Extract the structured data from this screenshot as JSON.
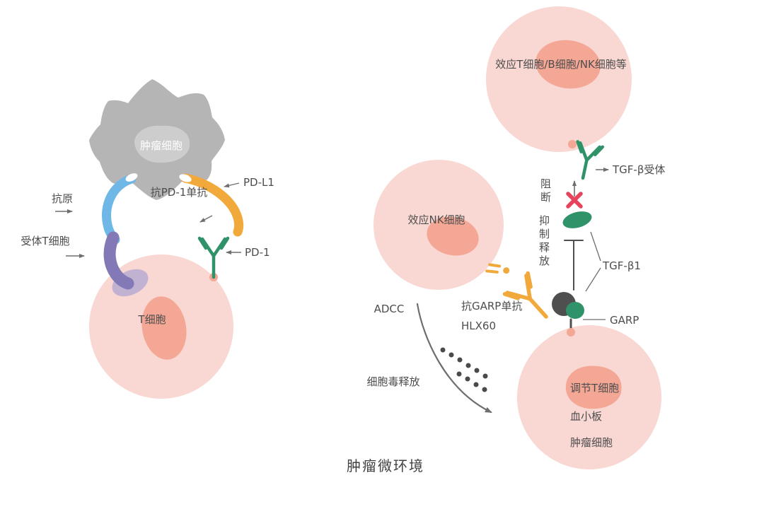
{
  "colors": {
    "cell_pink": "#f9d7d2",
    "nucleus_salmon": "#f4a795",
    "tumor_gray": "#b5b5b5",
    "tumor_nucleus_gray": "#cdcdcd",
    "antigen_blue": "#6fb7e6",
    "tcr_purple": "#8279b6",
    "antibody_green": "#2f9268",
    "antibody_orange": "#f2a93b",
    "block_red": "#e8435c",
    "garp_dark": "#4f4f4f",
    "text": "#4d4d4d"
  },
  "left_panel": {
    "tumor_cell_label": "肿瘤细胞",
    "pdl1_label": "PD-L1",
    "anti_pd1_label": "抗PD-1单抗",
    "antigen_label": "抗原",
    "tcr_label": "受体T细胞",
    "pd1_label": "PD-1",
    "t_cell_label": "T细胞"
  },
  "right_panel": {
    "effector_cells_label": "效应T细胞/B细胞/NK细胞等",
    "tgfb_receptor_label": "TGF-β受体",
    "block_label": "阻断",
    "inhibit_release_label": "抑制释放",
    "tgfb1_label": "TGF-β1",
    "nk_cell_label": "效应NK细胞",
    "anti_garp_label": "抗GARP单抗",
    "hlx60_label": "HLX60",
    "adcc_label": "ADCC",
    "garp_label": "GARP",
    "cytotoxic_release_label": "细胞毒释放",
    "treg_label": "调节T细胞",
    "platelet_label": "血小板",
    "tumor_label": "肿瘤细胞"
  },
  "footer": {
    "title": "肿瘤微环境"
  }
}
